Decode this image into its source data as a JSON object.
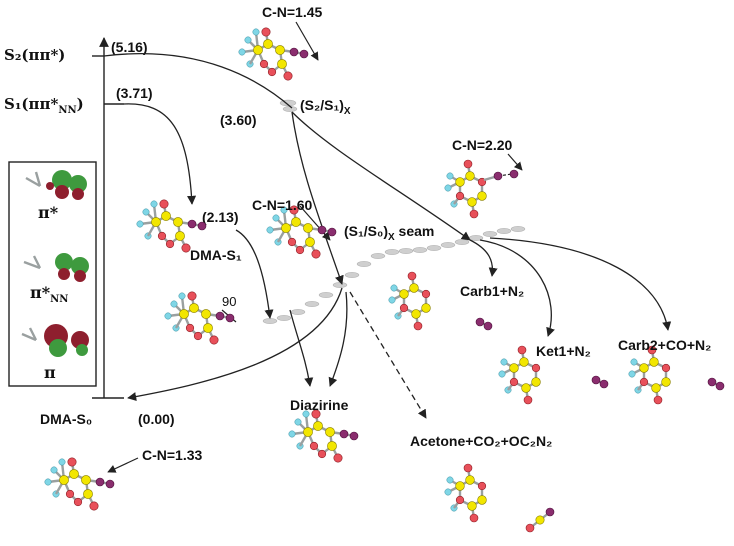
{
  "states": {
    "s2": "S₂(ππ*)",
    "s1": "S₁(ππ*",
    "s1_sub": "NN",
    "s1_close": ")",
    "s0": "DMA-S₀"
  },
  "energies": {
    "s2": "(5.16)",
    "s1": "(3.71)",
    "ci_s2s1": "(3.60)",
    "dma_s1": "(2.13)",
    "s0": "(0.00)"
  },
  "intersections": {
    "s2s1": "(S₂/S₁)",
    "s2s1_sub": "X",
    "s1s0": "(S₁/S₀)",
    "s1s0_sub": "X",
    "s1s0_suffix": " seam"
  },
  "bond_labels": {
    "cn_145": "C-N=1.45",
    "cn_220": "C-N=2.20",
    "cn_160": "C-N=1.60",
    "cn_133": "C-N=1.33"
  },
  "species": {
    "dma_s1": "DMA-S₁",
    "carb1": "Carb1+N₂",
    "ket1": "Ket1+N₂",
    "carb2": "Carb2+CO+N₂",
    "diazirine": "Diazirine",
    "acetone": "Acetone+CO₂+OC₂N₂"
  },
  "angle_label": "90",
  "orbitals": {
    "pi_star": "π*",
    "pi_star_nn": "π*",
    "pi_star_nn_sub": "NN",
    "pi": "π"
  },
  "colors": {
    "carbon": "#f2e600",
    "hydrogen": "#7fd6e6",
    "oxygen": "#e8505a",
    "nitrogen": "#8a2d6e",
    "orbital_green": "#3e9a3e",
    "orbital_red": "#8e1f2e",
    "seam": "#c9c9c9"
  }
}
